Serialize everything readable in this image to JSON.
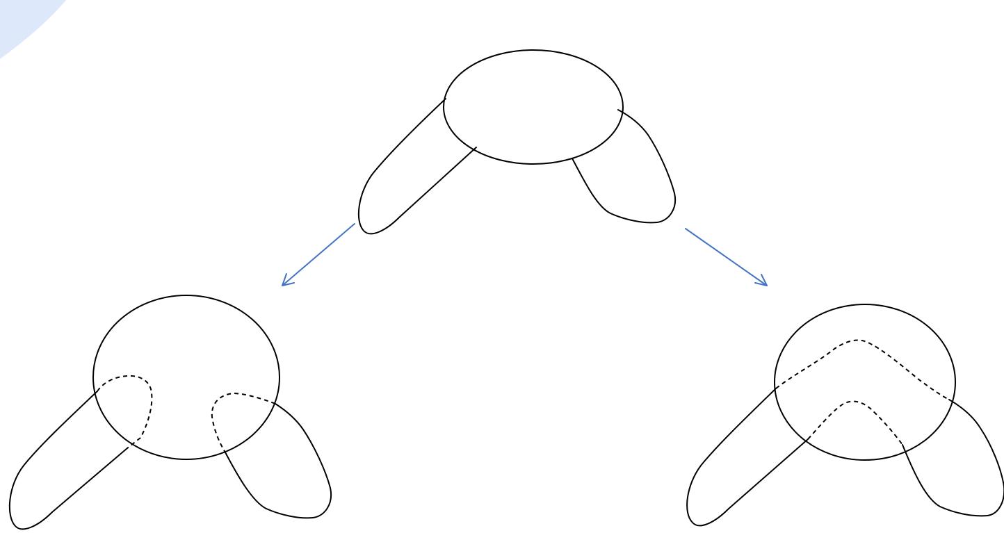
{
  "colors": {
    "background": "#ffffff",
    "line": "#000000",
    "arrow": "#4472c4",
    "corner_decoration": "#dde9fb"
  },
  "figures": [
    {
      "name": "source-shape",
      "style": "solid outline: ellipse with two attached loops"
    },
    {
      "name": "left-result-shape",
      "style": "ellipse with two loops, dashed inner loop ends"
    },
    {
      "name": "right-result-shape",
      "style": "ellipse with loops joined by dashed arc"
    }
  ],
  "arrows": [
    {
      "name": "arrow-to-left",
      "direction": "down-left"
    },
    {
      "name": "arrow-to-right",
      "direction": "down-right"
    }
  ]
}
